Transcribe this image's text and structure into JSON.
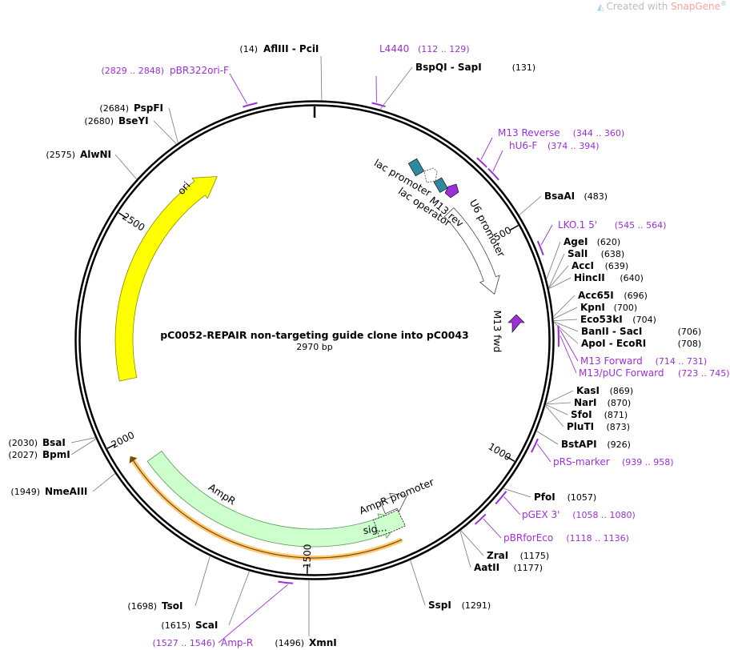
{
  "watermark": {
    "prefix": "Created with ",
    "brand": "SnapGene",
    "mark": "®"
  },
  "plasmid": {
    "name": "pC0052-REPAIR non-targeting guide clone into pC0043",
    "length_label": "2970 bp",
    "length": 2970
  },
  "colors": {
    "ori": "#ffff00",
    "ampr": "#ccffcc",
    "ampr_outline": "#ff9d00",
    "primer": "#9b30d9",
    "promoter_fill": "#ffffff",
    "operator": "#2e8aa0"
  },
  "ticks": [
    {
      "label": "500",
      "bp": 500
    },
    {
      "label": "1000",
      "bp": 1000
    },
    {
      "label": "1500",
      "bp": 1500
    },
    {
      "label": "2000",
      "bp": 2000
    },
    {
      "label": "2500",
      "bp": 2500
    }
  ],
  "enzymes": [
    {
      "name": "AflIII",
      "name2": "PciI",
      "pos": "(14)",
      "bp": 14
    },
    {
      "name": "BspQI",
      "name2": "SapI",
      "pos": "(131)",
      "bp": 131
    },
    {
      "name": "BsaAI",
      "pos": "(483)",
      "bp": 483
    },
    {
      "name": "AgeI",
      "pos": "(620)",
      "bp": 620
    },
    {
      "name": "SalI",
      "pos": "(638)",
      "bp": 638
    },
    {
      "name": "AccI",
      "pos": "(639)",
      "bp": 639
    },
    {
      "name": "HincII",
      "pos": "(640)",
      "bp": 640
    },
    {
      "name": "Acc65I",
      "pos": "(696)",
      "bp": 696
    },
    {
      "name": "KpnI",
      "pos": "(700)",
      "bp": 700
    },
    {
      "name": "Eco53kI",
      "pos": "(704)",
      "bp": 704
    },
    {
      "name": "BanII",
      "name2": "SacI",
      "pos": "(706)",
      "bp": 706
    },
    {
      "name": "ApoI",
      "name2": "EcoRI",
      "pos": "(708)",
      "bp": 708
    },
    {
      "name": "KasI",
      "pos": "(869)",
      "bp": 869
    },
    {
      "name": "NarI",
      "pos": "(870)",
      "bp": 870
    },
    {
      "name": "SfoI",
      "pos": "(871)",
      "bp": 871
    },
    {
      "name": "PluTI",
      "pos": "(873)",
      "bp": 873
    },
    {
      "name": "BstAPI",
      "pos": "(926)",
      "bp": 926
    },
    {
      "name": "PfoI",
      "pos": "(1057)",
      "bp": 1057
    },
    {
      "name": "ZraI",
      "pos": "(1175)",
      "bp": 1175
    },
    {
      "name": "AatII",
      "pos": "(1177)",
      "bp": 1177
    },
    {
      "name": "SspI",
      "pos": "(1291)",
      "bp": 1291
    },
    {
      "name": "XmnI",
      "pos": "(1496)",
      "bp": 1496
    },
    {
      "name": "ScaI",
      "pos": "(1615)",
      "bp": 1615
    },
    {
      "name": "TsoI",
      "pos": "(1698)",
      "bp": 1698
    },
    {
      "name": "NmeAIII",
      "pos": "(1949)",
      "bp": 1949
    },
    {
      "name": "BpmI",
      "pos": "(2027)",
      "bp": 2027
    },
    {
      "name": "BsaI",
      "pos": "(2030)",
      "bp": 2030
    },
    {
      "name": "AlwNI",
      "pos": "(2575)",
      "bp": 2575
    },
    {
      "name": "BseYI",
      "pos": "(2680)",
      "bp": 2680
    },
    {
      "name": "PspFI",
      "pos": "(2684)",
      "bp": 2684
    }
  ],
  "primers": [
    {
      "name": "L4440",
      "range": "(112 .. 129)",
      "start": 112,
      "end": 129
    },
    {
      "name": "M13 Reverse",
      "range": "(344 .. 360)",
      "start": 344,
      "end": 360
    },
    {
      "name": "hU6-F",
      "range": "(374 .. 394)",
      "start": 374,
      "end": 394
    },
    {
      "name": "LKO.1 5'",
      "range": "(545 .. 564)",
      "start": 545,
      "end": 564
    },
    {
      "name": "M13 Forward",
      "range": "(714 .. 731)",
      "start": 714,
      "end": 731
    },
    {
      "name": "M13/pUC Forward",
      "range": "(723 .. 745)",
      "start": 723,
      "end": 745
    },
    {
      "name": "pRS-marker",
      "range": "(939 .. 958)",
      "start": 939,
      "end": 958
    },
    {
      "name": "pGEX 3'",
      "range": "(1058 .. 1080)",
      "start": 1058,
      "end": 1080
    },
    {
      "name": "pBRforEco",
      "range": "(1118 .. 1136)",
      "start": 1118,
      "end": 1136
    },
    {
      "name": "Amp-R",
      "range": "(1527 .. 1546)",
      "start": 1527,
      "end": 1546
    },
    {
      "name": "pBR322ori-F",
      "range": "(2829 .. 2848)",
      "start": 2829,
      "end": 2848
    }
  ],
  "features": [
    {
      "name": "ori",
      "start": 2130,
      "end": 2716,
      "dir": "cw"
    },
    {
      "name": "AmpR",
      "start": 1270,
      "end": 1931,
      "dir": "ccw"
    },
    {
      "name": "sig...",
      "start": 1270,
      "end": 1335
    },
    {
      "name": "AmpR promoter",
      "start": 1232,
      "end": 1302,
      "dir": "ccw"
    },
    {
      "name": "U6 promoter",
      "start": 383,
      "end": 624,
      "dir": "cw"
    },
    {
      "name": "lac promoter",
      "start": 227,
      "end": 257
    },
    {
      "name": "lac operator",
      "start": 288,
      "end": 305
    },
    {
      "name": "M13 rev",
      "start": 318,
      "end": 334
    },
    {
      "name": "M13 fwd",
      "start": 708,
      "end": 724
    }
  ]
}
